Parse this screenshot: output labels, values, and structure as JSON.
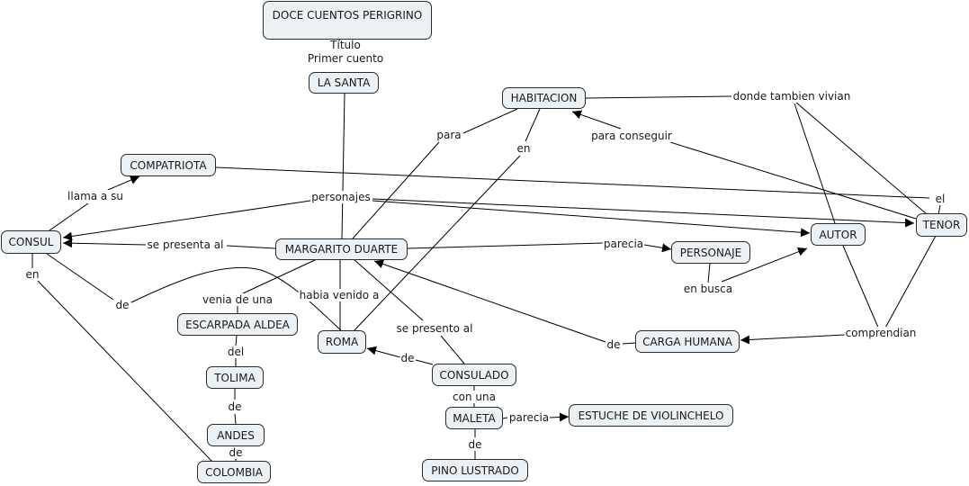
{
  "concept_map": {
    "title": "DOCE CUENTOS PERIGRINO",
    "nodes": {
      "doce_cuentos": "DOCE CUENTOS PERIGRINO",
      "la_santa": "LA SANTA",
      "habitacion": "HABITACION",
      "compatriota": "COMPATRIOTA",
      "consul": "CONSUL",
      "margarito": "MARGARITO DUARTE",
      "personaje": "PERSONAJE",
      "autor": "AUTOR",
      "tenor": "TENOR",
      "escarpada_aldea": "ESCARPADA ALDEA",
      "roma": "ROMA",
      "carga_humana": "CARGA HUMANA",
      "tolima": "TOLIMA",
      "consulado": "CONSULADO",
      "maleta": "MALETA",
      "estuche": "ESTUCHE DE VIOLINCHELO",
      "andes": "ANDES",
      "colombia": "COLOMBIA",
      "pino": "PINO LUSTRADO"
    },
    "links": {
      "titulo": "Título",
      "primer_cuento": "Primer cuento",
      "para": "para",
      "en_hab": "en",
      "para_conseguir": "para conseguir",
      "donde_tambien_vivian": "donde tambien vivian",
      "llama_a_su": "llama a su",
      "personajes": "personajes",
      "el": "el",
      "se_presenta_al": "se presenta al",
      "parecia_personaje": "parecia",
      "en_consul": "en",
      "de_consul": "de",
      "venia_de_una": "venia de una",
      "habia_venido_a": "habia venido a",
      "en_busca": "en busca",
      "se_presento_al": "se presento al",
      "de_carga": "de",
      "comprendian": "comprendian",
      "del": "del",
      "de_roma": "de",
      "con_una": "con una",
      "de_tolima": "de",
      "parecia_estuche": "parecia",
      "de_maleta": "de",
      "de_andes": "de"
    }
  }
}
